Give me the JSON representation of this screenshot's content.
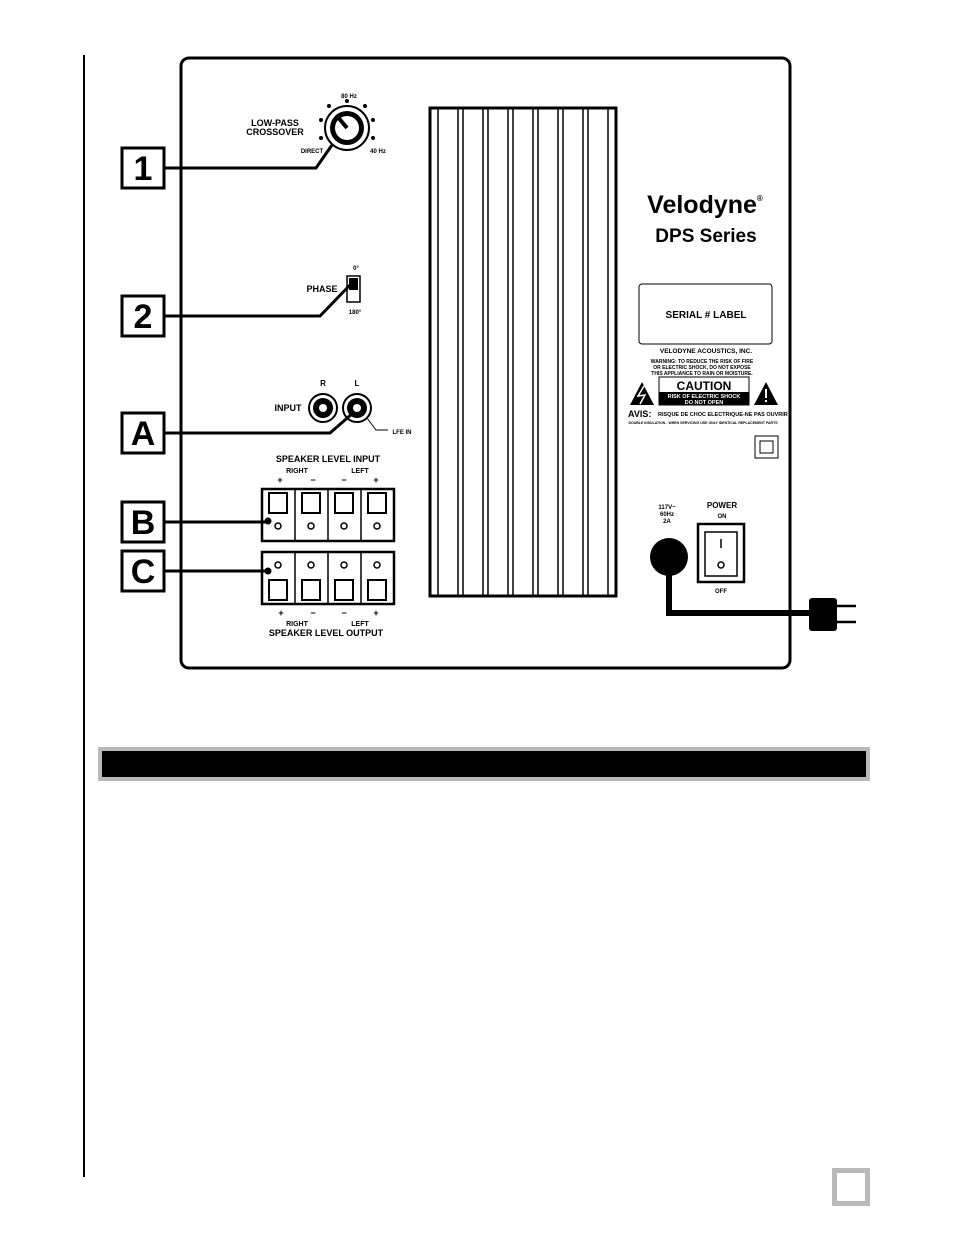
{
  "panel": {
    "crossover": {
      "label_line1": "LOW-PASS",
      "label_line2": "CROSSOVER",
      "mark_top": "80 Hz",
      "mark_left": "DIRECT",
      "mark_right": "40 Hz"
    },
    "phase": {
      "label": "PHASE",
      "mark_top": "0°",
      "mark_bottom": "180°"
    },
    "input": {
      "label": "INPUT",
      "r_label": "R",
      "l_label": "L",
      "lfe_label": "LFE IN"
    },
    "speaker_input": {
      "title": "SPEAKER LEVEL INPUT",
      "right": "RIGHT",
      "left": "LEFT",
      "polarity": [
        "+",
        "−",
        "−",
        "+"
      ]
    },
    "speaker_output": {
      "title": "SPEAKER LEVEL OUTPUT",
      "right": "RIGHT",
      "left": "LEFT",
      "polarity": [
        "+",
        "−",
        "−",
        "+"
      ]
    },
    "brand": {
      "name": "Velodyne",
      "reg": "®",
      "series": "DPS Series"
    },
    "serial_label": "SERIAL # LABEL",
    "company": "VELODYNE ACOUSTICS, INC.",
    "warning": [
      "WARNING: TO REDUCE THE RISK OF FIRE",
      "OR ELECTRIC SHOCK, DO NOT EXPOSE",
      "THIS APPLIANCE TO RAIN OR MOISTURE."
    ],
    "caution": {
      "title": "CAUTION",
      "line1": "RISK OF ELECTRIC SHOCK",
      "line2": "DO NOT OPEN"
    },
    "avis": {
      "label": "AVIS:",
      "text": "RISQUE DE CHOC ELECTRIQUE-NE PAS OUVRIR"
    },
    "double_insulation": "DOUBLE INSULATION - WHEN SERVICING USE ONLY IDENTICAL REPLACEMENT PARTS",
    "power_rating": [
      "117V~",
      "60Hz",
      "2A"
    ],
    "power": {
      "label": "POWER",
      "on": "ON",
      "off": "OFF"
    }
  },
  "callouts": [
    "1",
    "2",
    "A",
    "B",
    "C"
  ]
}
